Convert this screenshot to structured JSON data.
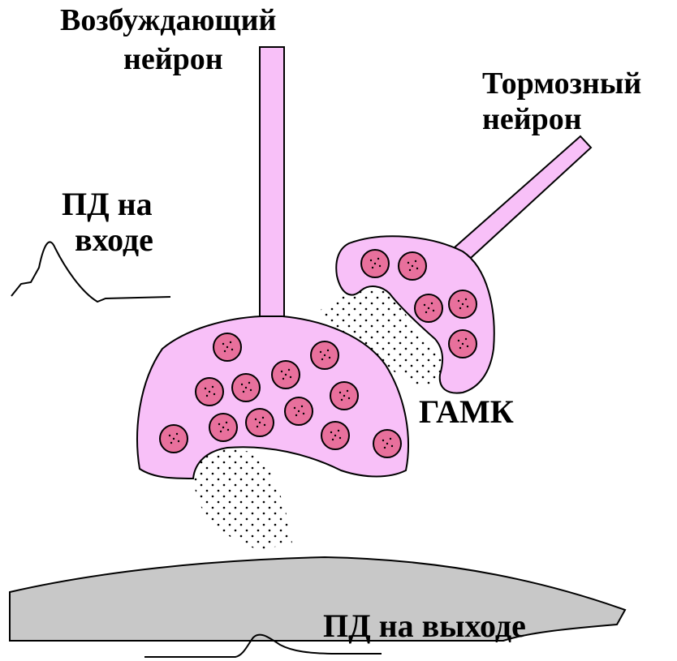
{
  "labels": {
    "excitatory_neuron_line1": "Возбуждающий",
    "excitatory_neuron_line2": "нейрон",
    "inhibitory_neuron_line1": "Тормозный",
    "inhibitory_neuron_line2": "нейрон",
    "input_ap_line1": "ПД на",
    "input_ap_line2": "входе",
    "gaba": "ГАМК",
    "output_ap": "ПД на выходе"
  },
  "colors": {
    "terminal_fill": "#f8c0f8",
    "vesicle_fill": "#e8709c",
    "postsynaptic_fill": "#c8c8c8",
    "stroke": "#000000"
  }
}
